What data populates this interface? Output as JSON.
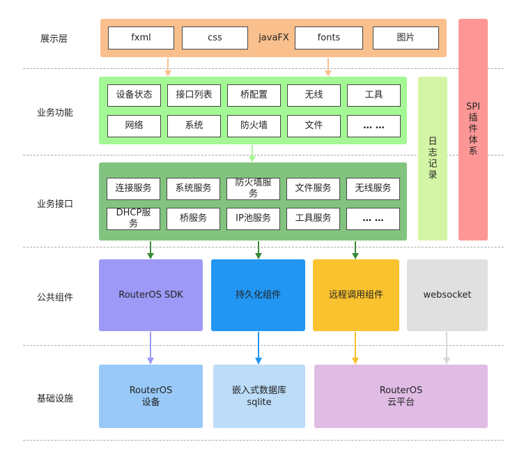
{
  "rows": {
    "display": "展示层",
    "business_function": "业务功能",
    "business_interface": "业务接口",
    "common_components": "公共组件",
    "infrastructure": "基础设施"
  },
  "display_layer": {
    "items": [
      "fxml",
      "css",
      "javaFX",
      "fonts",
      "图片"
    ]
  },
  "business_functions": {
    "items": [
      "设备状态",
      "接口列表",
      "桥配置",
      "无线",
      "工具",
      "网络",
      "系统",
      "防火墙",
      "文件",
      "… …"
    ]
  },
  "business_interfaces": {
    "items": [
      "连接服务",
      "系统服务",
      "防火墙服务",
      "文件服务",
      "无线服务",
      "DHCP服务",
      "桥服务",
      "IP池服务",
      "工具服务",
      "… …"
    ]
  },
  "side": {
    "log": [
      "日",
      "志",
      "记",
      "录"
    ],
    "spi": [
      "SPI",
      "插",
      "件",
      "体",
      "系"
    ]
  },
  "components": {
    "routeros_sdk": "RouterOS SDK",
    "persistence": "持久化组件",
    "rpc": "远程调用组件",
    "websocket": "websocket"
  },
  "infrastructure": {
    "device": "RouterOS\n设备",
    "db": "嵌入式数据库\nsqlite",
    "cloud": "RouterOS\n云平台"
  },
  "colors": {
    "display_bg": "#f9c08e",
    "function_bg": "#a4f795",
    "interface_bg": "#82c47f",
    "log_bg": "#d4f5a5",
    "spi_bg": "#fd9796",
    "sdk_bg": "#9d99f7",
    "persistence_bg": "#2196f3",
    "rpc_bg": "#f9c22e",
    "websocket_bg": "#e0e0e0",
    "device_bg": "#98c9f8",
    "db_bg": "#bcdcf8",
    "cloud_bg": "#e0bce5"
  }
}
